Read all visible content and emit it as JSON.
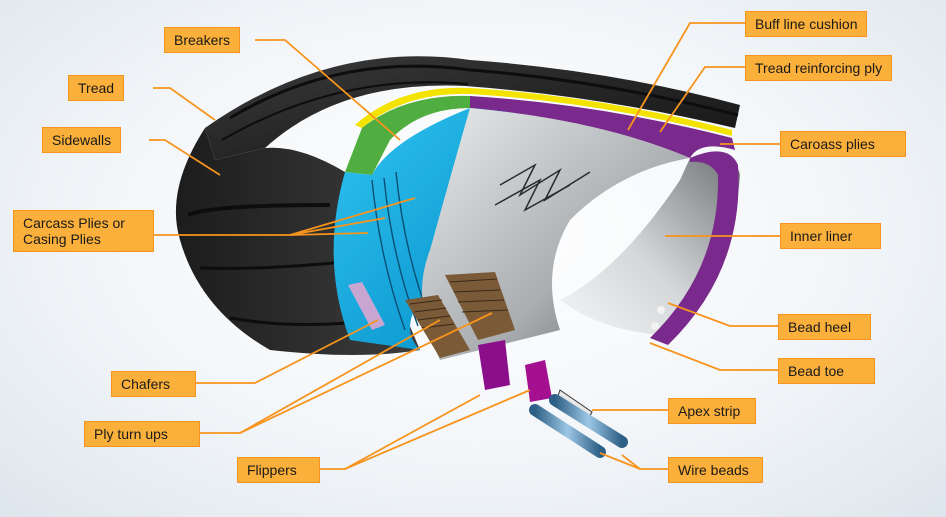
{
  "labels": {
    "buff_line_cushion": "Buff line cushion",
    "breakers": "Breakers",
    "tread_reinforcing_ply": "Tread reinforcing ply",
    "tread": "Tread",
    "sidewalls": "Sidewalls",
    "carcass_plies_line1": "Carcass Plies or",
    "carcass_plies_line2": "Casing Plies",
    "caroass_plies": "Caroass plies",
    "inner_liner": "Inner liner",
    "bead_heel": "Bead heel",
    "bead_toe": "Bead toe",
    "chafers": "Chafers",
    "apex_strip": "Apex strip",
    "ply_turn_ups": "Ply turn ups",
    "flippers": "Flippers",
    "wire_beads": "Wire beads"
  },
  "colors": {
    "label_fill": "#fbb03b",
    "label_border": "#f7941d",
    "leader_line": "#f7941d",
    "tread_rubber": "#2b2b2b",
    "breaker_green": "#4fae3f",
    "carcass_cyan": "#00a8e1",
    "liner_gray": "#bfc3c6",
    "caroass_purple": "#7a2a8c",
    "cushion_yellow": "#f4e300",
    "chafer_lilac": "#c9a6d2",
    "turnup_brown": "#7b5a37"
  }
}
